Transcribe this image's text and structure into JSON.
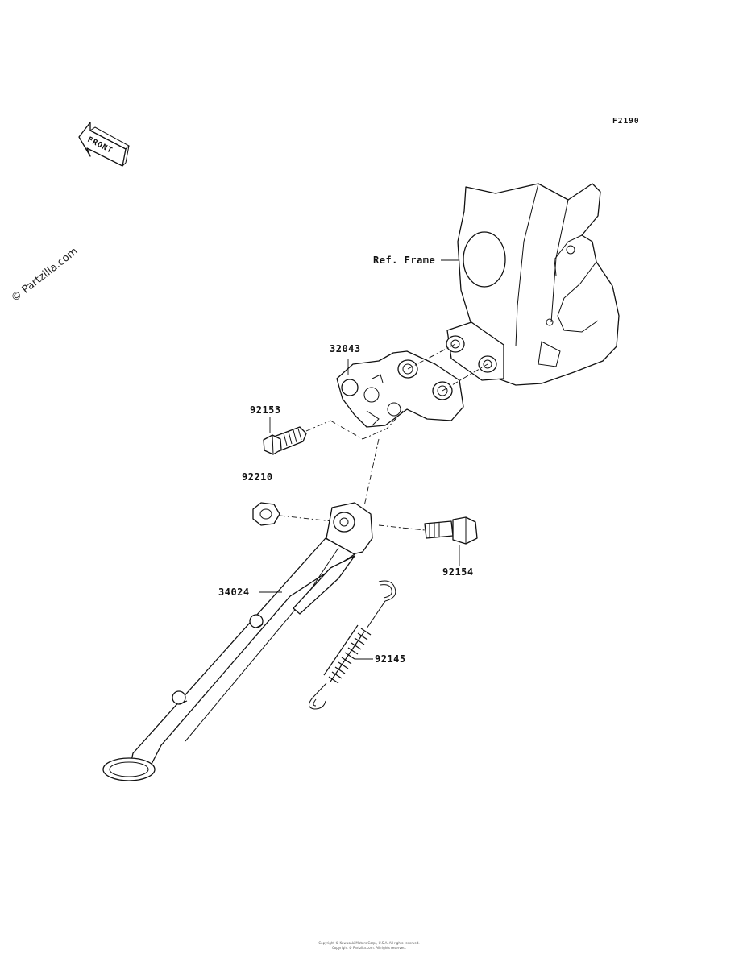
{
  "diagram": {
    "code": "F2190",
    "direction_label": "FRONT",
    "watermark": "© Partzilla.com",
    "labels": {
      "frame": "Ref. Frame",
      "bracket": "32043",
      "bolt_upper": "92153",
      "nut": "92210",
      "bolt_pivot": "92154",
      "stand": "34024",
      "spring": "92145"
    },
    "footer": [
      "Copyright © Kawasaki Motors Corp., U.S.A. All rights reserved.",
      "Copyright © Partzilla.com. All rights reserved."
    ]
  }
}
